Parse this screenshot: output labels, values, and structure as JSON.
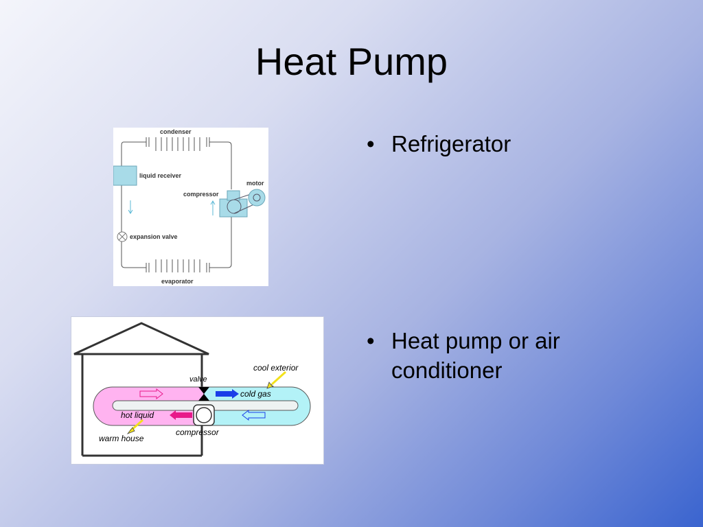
{
  "title": "Heat Pump",
  "bullets": [
    {
      "marker": "•",
      "text": "Refrigerator"
    },
    {
      "marker": "•",
      "text": "Heat pump or air conditioner"
    }
  ],
  "refrigerator_diagram": {
    "labels": {
      "condenser": "condenser",
      "liquid_receiver": "liquid receiver",
      "compressor": "compressor",
      "motor": "motor",
      "expansion_valve": "expansion valve",
      "evaporator": "evaporator"
    },
    "colors": {
      "component_fill": "#a8dbe8",
      "line": "#5a5a5a"
    }
  },
  "heat_pump_diagram": {
    "labels": {
      "valve": "valve",
      "cool_exterior": "cool exterior",
      "cold_gas": "cold gas",
      "hot_liquid": "hot liquid",
      "warm_house": "warm house",
      "compressor": "compressor"
    },
    "colors": {
      "hot_side": "#ffb3f0",
      "cold_side": "#b3f2f7",
      "hot_arrow": "#e8198a",
      "cold_arrow": "#1a3ee8",
      "pointer_arrow": "#f2e11b"
    }
  }
}
